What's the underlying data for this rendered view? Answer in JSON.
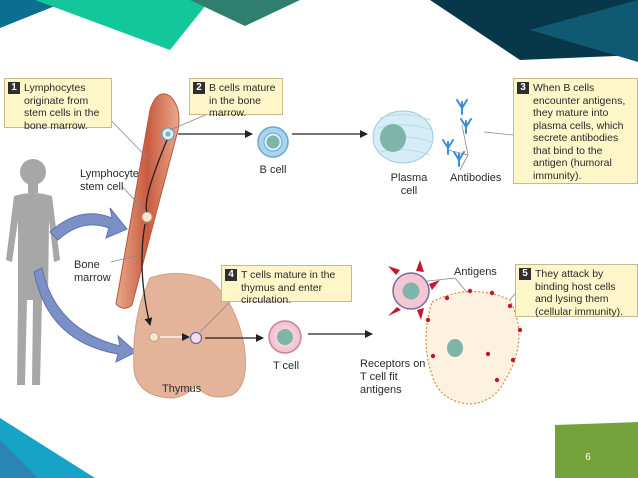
{
  "callouts": [
    {
      "num": "1",
      "text": "Lymphocytes originate from stem cells in the bone marrow."
    },
    {
      "num": "2",
      "text": "B cells mature in the bone marrow."
    },
    {
      "num": "3",
      "text": "When B cells encounter antigens, they mature into plasma cells, which secrete antibodies that bind to the antigen (humoral immunity)."
    },
    {
      "num": "4",
      "text": "T cells mature in the thymus and enter circulation."
    },
    {
      "num": "5",
      "text": "They attack by binding host cells and lysing them (cellular immunity)."
    }
  ],
  "labels": {
    "lymphocyte_stem_cell": "Lymphocyte stem cell",
    "b_cell": "B cell",
    "plasma_cell": "Plasma cell",
    "antibodies": "Antibodies",
    "bone_marrow": "Bone marrow",
    "antigens": "Antigens",
    "t_cell": "T cell",
    "thymus": "Thymus",
    "receptors": "Receptors on T cell fit antigens"
  },
  "page_number": "6",
  "colors": {
    "callout_bg": "#fdf6c9",
    "b_cell": "#a9d4f0",
    "t_cell": "#f3c6d4",
    "nucleus": "#7fb4a8",
    "arrow_blue": "#7c8fc7",
    "antigen_red": "#c2182b",
    "teal_dark": "#0f5a72",
    "green_accent": "#74a23a"
  }
}
